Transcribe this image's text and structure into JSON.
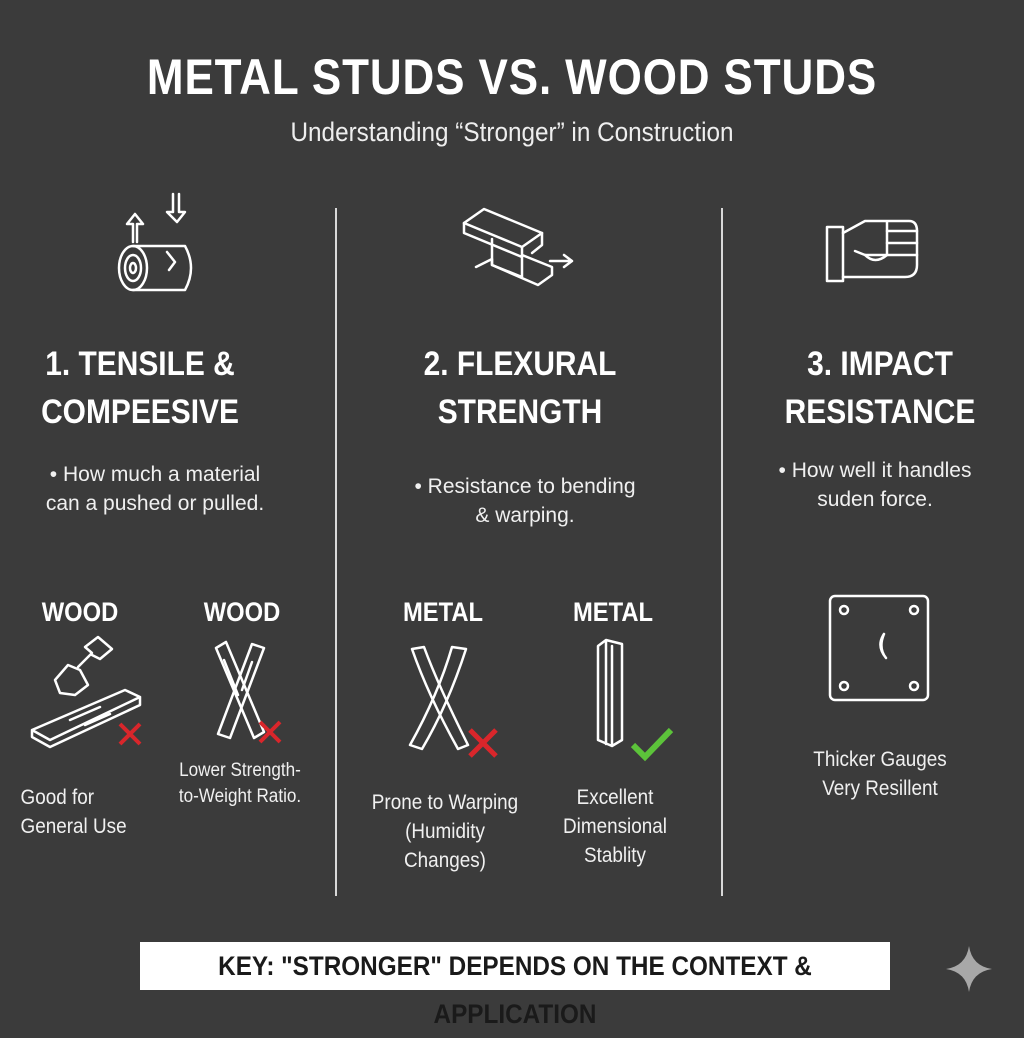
{
  "header": {
    "title": "METAL STUDS VS. WOOD STUDS",
    "subtitle": "Understanding “Stronger” in Construction"
  },
  "columns": [
    {
      "heading_line1": "1. TENSILE &",
      "heading_line2": "COMPEESIVE",
      "bullet_line1": "• How much a material",
      "bullet_line2": "can a pushed or pulled.",
      "items": [
        {
          "label": "WOOD",
          "note_line1": "Good for",
          "note_line2": "General Use",
          "mark": "cross"
        },
        {
          "label": "WOOD",
          "note_line1": "Lower Strength-",
          "note_line2": "to-Weight Ratio.",
          "mark": "cross"
        }
      ]
    },
    {
      "heading_line1": "2. FLEXURAL",
      "heading_line2": "STRENGTH",
      "bullet_line1": "• Resistance to bending",
      "bullet_line2": "& warping.",
      "items": [
        {
          "label": "METAL",
          "note_line1": "Prone to Warping",
          "note_line2": "(Humidity",
          "note_line3": "Changes)",
          "mark": "cross"
        },
        {
          "label": "METAL",
          "note_line1": "Excellent",
          "note_line2": "Dimensional",
          "note_line3": "Stablity",
          "mark": "check"
        }
      ]
    },
    {
      "heading_line1": "3. IMPACT",
      "heading_line2": "RESISTANCE",
      "bullet_line1": "• How well it handles",
      "bullet_line2": "suden force.",
      "note_line1": "Thicker Gauges",
      "note_line2": "Very Resillent"
    }
  ],
  "key": "KEY: \"STRONGER\" DEPENDS ON THE CONTEXT & APPLICATION",
  "colors": {
    "background": "#3b3b3b",
    "cross": "#d9262b",
    "check": "#5cc33a",
    "text": "#ffffff"
  },
  "icons": [
    "log-arrows-icon",
    "i-beam-icon",
    "fist-icon",
    "hammer-board-icon",
    "crossed-wood-icon",
    "warped-metal-icon",
    "metal-stud-icon",
    "steel-plate-icon",
    "sparkle-icon"
  ]
}
